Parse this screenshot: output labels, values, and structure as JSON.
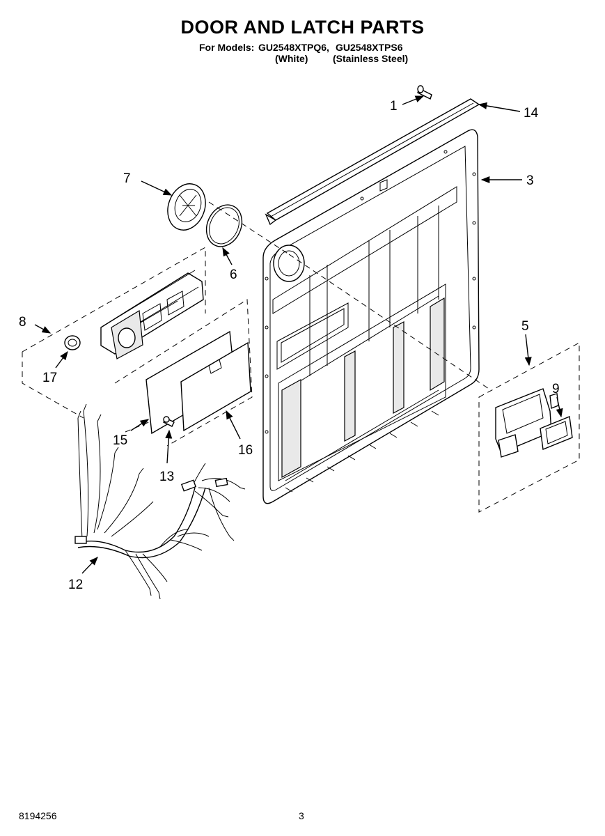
{
  "header": {
    "title": "DOOR AND LATCH PARTS",
    "models_prefix": "For Models:",
    "model_1": "GU2548XTPQ6,",
    "model_2": "GU2548XTPS6",
    "model_1_variant": "(White)",
    "model_2_variant": "(Stainless Steel)"
  },
  "callouts": {
    "c1": "1",
    "c3": "3",
    "c5": "5",
    "c6": "6",
    "c7": "7",
    "c8": "8",
    "c9": "9",
    "c12": "12",
    "c13": "13",
    "c14": "14",
    "c15": "15",
    "c16": "16",
    "c17": "17"
  },
  "footer": {
    "doc_number": "8194256",
    "page_number": "3"
  },
  "colors": {
    "ink": "#000000",
    "background": "#ffffff"
  }
}
